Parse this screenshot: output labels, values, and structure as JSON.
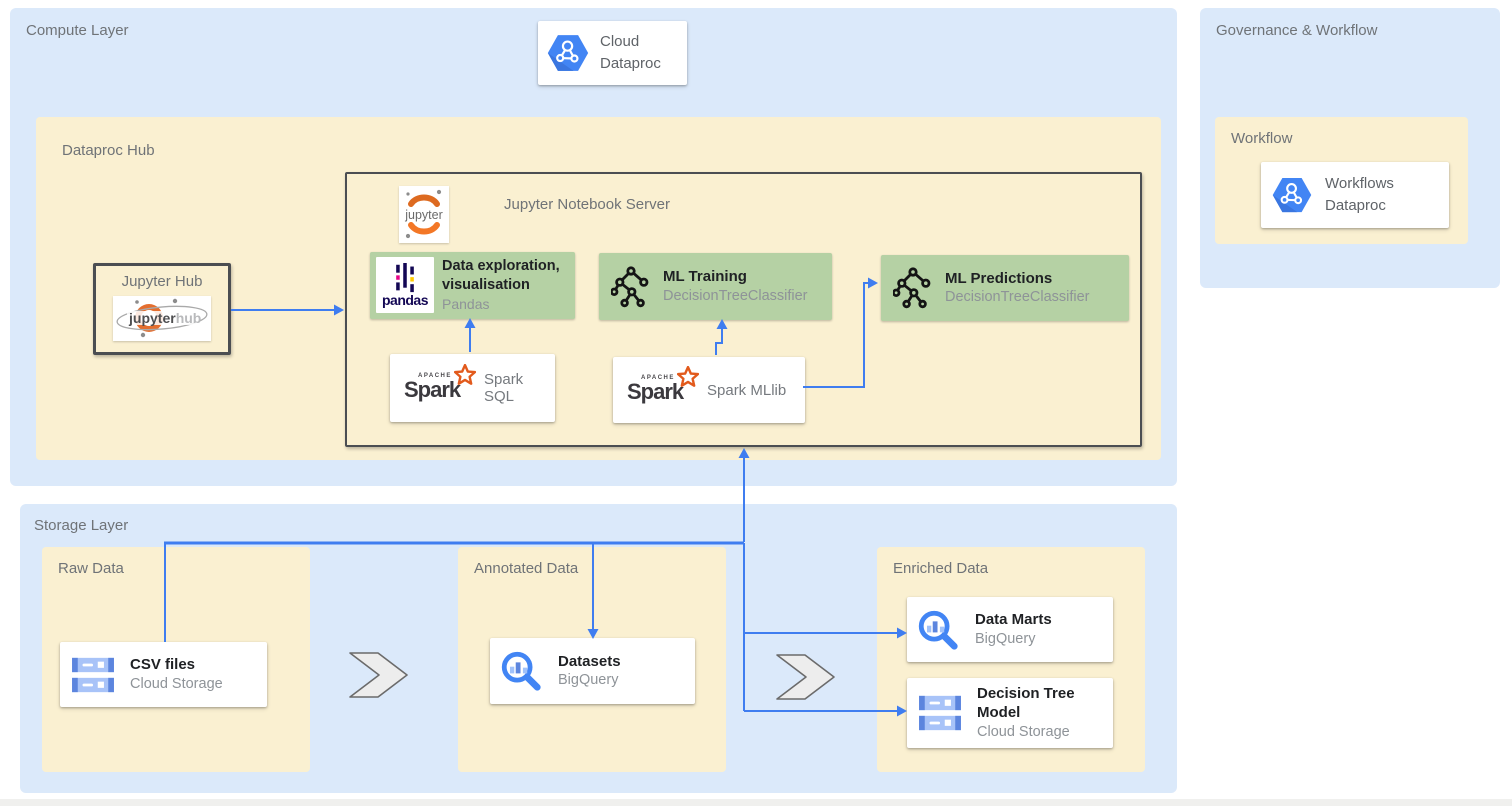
{
  "compute": {
    "label": "Compute Layer",
    "cloud_dataproc": {
      "label": "Cloud Dataproc",
      "icon": "dataproc-hexagon-icon"
    },
    "dataproc_hub": {
      "label": "Dataproc Hub",
      "jupyter_hub": {
        "label": "Jupyter Hub",
        "logo": "jupyterhub-logo"
      },
      "notebook_server": {
        "label": "Jupyter Notebook Server",
        "logo": "jupyter-logo",
        "pandas": {
          "title": "Data exploration, visualisation",
          "subtitle": "Pandas",
          "icon": "pandas-logo"
        },
        "ml_training": {
          "title": "ML Training",
          "subtitle": "DecisionTreeClassifier",
          "icon": "decision-tree-icon"
        },
        "ml_predictions": {
          "title": "ML Predictions",
          "subtitle": "DecisionTreeClassifier",
          "icon": "decision-tree-icon"
        },
        "spark_sql": {
          "label": "Spark SQL",
          "icon": "apache-spark-logo"
        },
        "spark_mllib": {
          "label": "Spark MLlib",
          "icon": "apache-spark-logo"
        }
      }
    }
  },
  "governance": {
    "label": "Governance & Workflow",
    "workflow": {
      "label": "Workflow",
      "workflows_dataproc": {
        "label": "Workflows Dataproc",
        "icon": "dataproc-hexagon-icon"
      }
    }
  },
  "storage": {
    "label": "Storage Layer",
    "raw_data": {
      "label": "Raw Data",
      "csv": {
        "title": "CSV files",
        "subtitle": "Cloud Storage",
        "icon": "cloud-storage-icon"
      }
    },
    "annotated_data": {
      "label": "Annotated Data",
      "datasets": {
        "title": "Datasets",
        "subtitle": "BigQuery",
        "icon": "bigquery-icon"
      }
    },
    "enriched_data": {
      "label": "Enriched Data",
      "data_marts": {
        "title": "Data Marts",
        "subtitle": "BigQuery",
        "icon": "bigquery-icon"
      },
      "decision_tree_model": {
        "title": "Decision Tree Model",
        "subtitle": "Cloud Storage",
        "icon": "cloud-storage-icon"
      }
    }
  },
  "logos": {
    "spark_word": "Spark",
    "apache": "APACHE",
    "pandas_word": "pandas",
    "jupyter_word": "jupyter",
    "jupyterhub_jupyter": "jupyter",
    "jupyterhub_hub": "hub"
  },
  "colors": {
    "accent_blue": "#4285F4",
    "panel_blue": "#DBE9FA",
    "zone_cream": "#FAF0D1",
    "box_green": "#B5D1A4",
    "border_dark": "#4B4E52",
    "chevron_fill": "#EDEDED",
    "title_text": "#1F2124",
    "subtitle_text": "#8E9398",
    "label_text": "#6F7377",
    "spark_orange": "#E25A1C",
    "jupyter_orange": "#F37726",
    "pandas_navy": "#130754",
    "pandas_pink": "#E70488",
    "pandas_yellow": "#FFCA00",
    "gcp_light_blue": "#AECBFA",
    "gcp_mid_blue": "#5C85DE"
  }
}
